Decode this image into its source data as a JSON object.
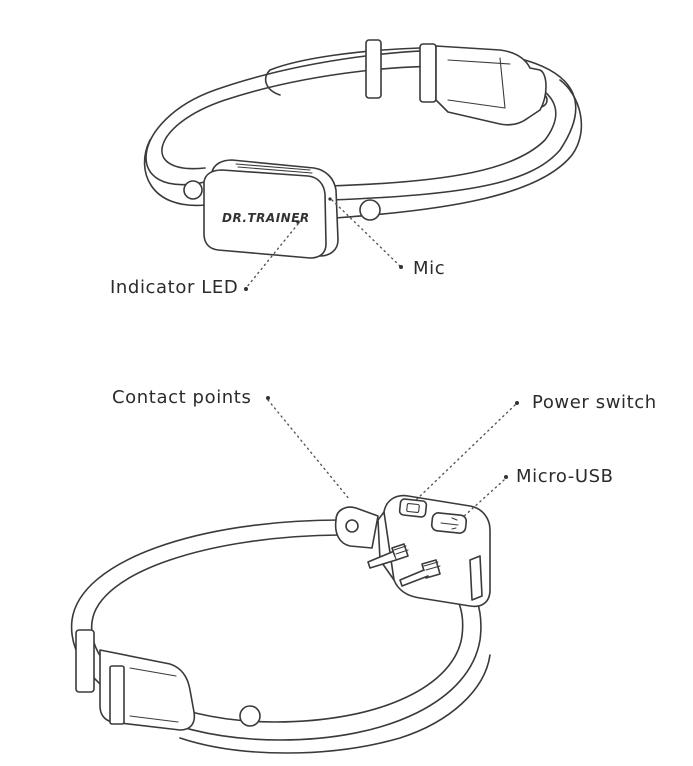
{
  "top_diagram": {
    "brand_text": "DR.TRAINER",
    "labels": {
      "indicator_led": "Indicator LED",
      "mic": "Mic"
    }
  },
  "bottom_diagram": {
    "labels": {
      "contact_points": "Contact points",
      "power_switch": "Power switch",
      "micro_usb": "Micro-USB"
    }
  },
  "colors": {
    "line": "#3a3a3a",
    "text": "#2b2b2b",
    "background": "#ffffff"
  }
}
